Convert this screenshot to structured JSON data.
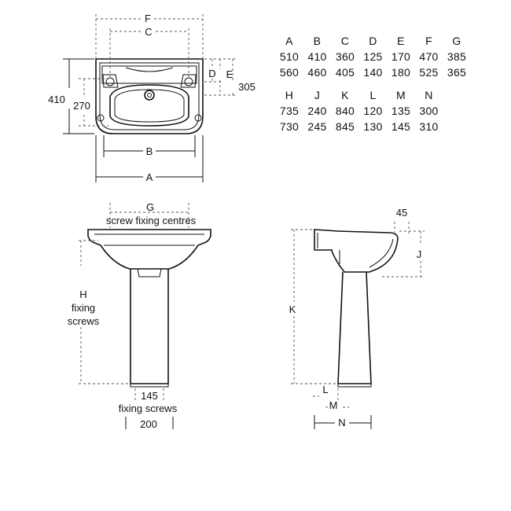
{
  "top_view": {
    "dim_F": "F",
    "dim_C": "C",
    "dim_D": "D",
    "dim_E": "E",
    "dim_305": "305",
    "dim_410": "410",
    "dim_270": "270",
    "dim_B": "B",
    "dim_A": "A"
  },
  "front_view": {
    "dim_G": "G",
    "screw_fixing_centres": "screw fixing centres",
    "dim_H": "H",
    "fixing_1": "fixing",
    "screws_1": "screws",
    "dim_145": "145",
    "fixing_screws": "fixing screws",
    "dim_200": "200"
  },
  "side_view": {
    "dim_45": "45",
    "dim_J": "J",
    "dim_K": "K",
    "dim_L": "L",
    "dim_M": "M",
    "dim_N": "N"
  },
  "table1": {
    "headers": [
      "A",
      "B",
      "C",
      "D",
      "E",
      "F",
      "G"
    ],
    "rows": [
      [
        "510",
        "410",
        "360",
        "125",
        "170",
        "470",
        "385"
      ],
      [
        "560",
        "460",
        "405",
        "140",
        "180",
        "525",
        "365"
      ]
    ]
  },
  "table2": {
    "headers": [
      "H",
      "J",
      "K",
      "L",
      "M",
      "N"
    ],
    "rows": [
      [
        "735",
        "240",
        "840",
        "120",
        "135",
        "300"
      ],
      [
        "730",
        "245",
        "845",
        "130",
        "145",
        "310"
      ]
    ]
  }
}
